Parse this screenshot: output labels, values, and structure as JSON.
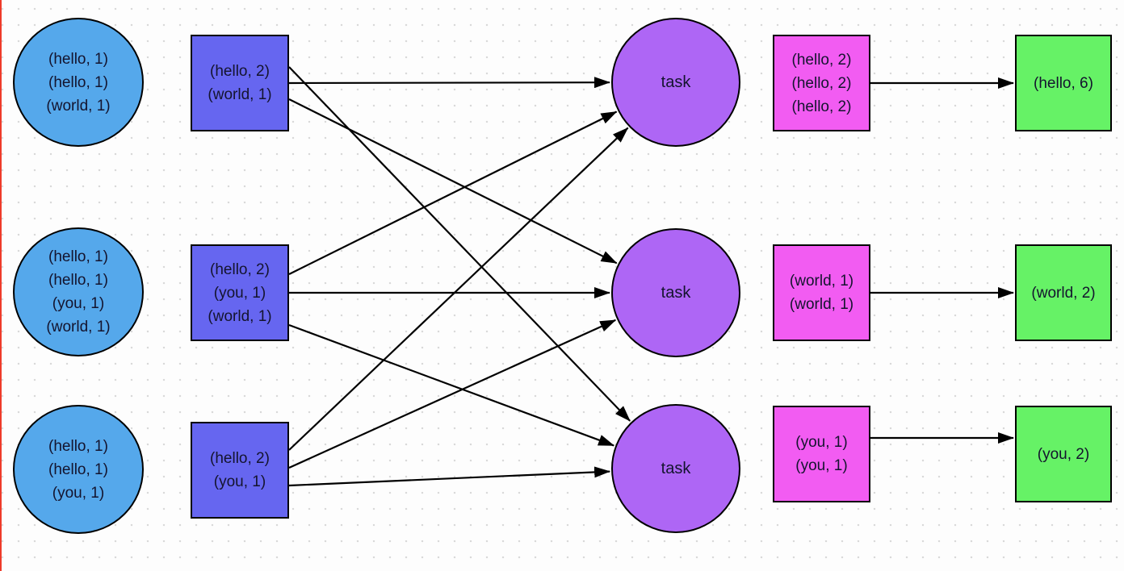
{
  "diagram": {
    "inputs": [
      {
        "id": "input-1",
        "lines": [
          "(hello, 1)",
          "(hello, 1)",
          "(world, 1)"
        ]
      },
      {
        "id": "input-2",
        "lines": [
          "(hello, 1)",
          "(hello, 1)",
          "(you, 1)",
          "(world, 1)"
        ]
      },
      {
        "id": "input-3",
        "lines": [
          "(hello, 1)",
          "(hello, 1)",
          "(you, 1)"
        ]
      }
    ],
    "combines": [
      {
        "id": "combine-1",
        "lines": [
          "(hello, 2)",
          "(world, 1)"
        ]
      },
      {
        "id": "combine-2",
        "lines": [
          "(hello, 2)",
          "(you, 1)",
          "(world, 1)"
        ]
      },
      {
        "id": "combine-3",
        "lines": [
          "(hello, 2)",
          "(you, 1)"
        ]
      }
    ],
    "tasks": [
      {
        "id": "task-1",
        "label": "task"
      },
      {
        "id": "task-2",
        "label": "task"
      },
      {
        "id": "task-3",
        "label": "task"
      }
    ],
    "groups": [
      {
        "id": "group-1",
        "lines": [
          "(hello, 2)",
          "(hello, 2)",
          "(hello, 2)"
        ]
      },
      {
        "id": "group-2",
        "lines": [
          "(world, 1)",
          "(world, 1)"
        ]
      },
      {
        "id": "group-3",
        "lines": [
          "(you, 1)",
          "(you, 1)"
        ]
      }
    ],
    "outputs": [
      {
        "id": "output-1",
        "lines": [
          "(hello, 6)"
        ]
      },
      {
        "id": "output-2",
        "lines": [
          "(world, 2)"
        ]
      },
      {
        "id": "output-3",
        "lines": [
          "(you, 2)"
        ]
      }
    ],
    "edges": {
      "shuffle": [
        {
          "from": "combine-1",
          "to": "task-1"
        },
        {
          "from": "combine-1",
          "to": "task-2"
        },
        {
          "from": "combine-1",
          "to": "task-3"
        },
        {
          "from": "combine-2",
          "to": "task-1"
        },
        {
          "from": "combine-2",
          "to": "task-2"
        },
        {
          "from": "combine-2",
          "to": "task-3"
        },
        {
          "from": "combine-3",
          "to": "task-1"
        },
        {
          "from": "combine-3",
          "to": "task-2"
        },
        {
          "from": "combine-3",
          "to": "task-3"
        }
      ],
      "reduce": [
        {
          "from": "group-1",
          "to": "output-1"
        },
        {
          "from": "group-2",
          "to": "output-2"
        },
        {
          "from": "group-3",
          "to": "output-3"
        }
      ]
    },
    "colors": {
      "input_fill": "#55a8eb",
      "combine_fill": "#6666f0",
      "task_fill": "#ae66f5",
      "group_fill": "#f25cf2",
      "output_fill": "#66f266",
      "stroke": "#000000",
      "arrow": "#000000",
      "text": "#14142e",
      "background": "#fdfdfd",
      "grid_dot": "#d9d9d9",
      "left_edge_artifact": "#ee3b2a"
    }
  }
}
